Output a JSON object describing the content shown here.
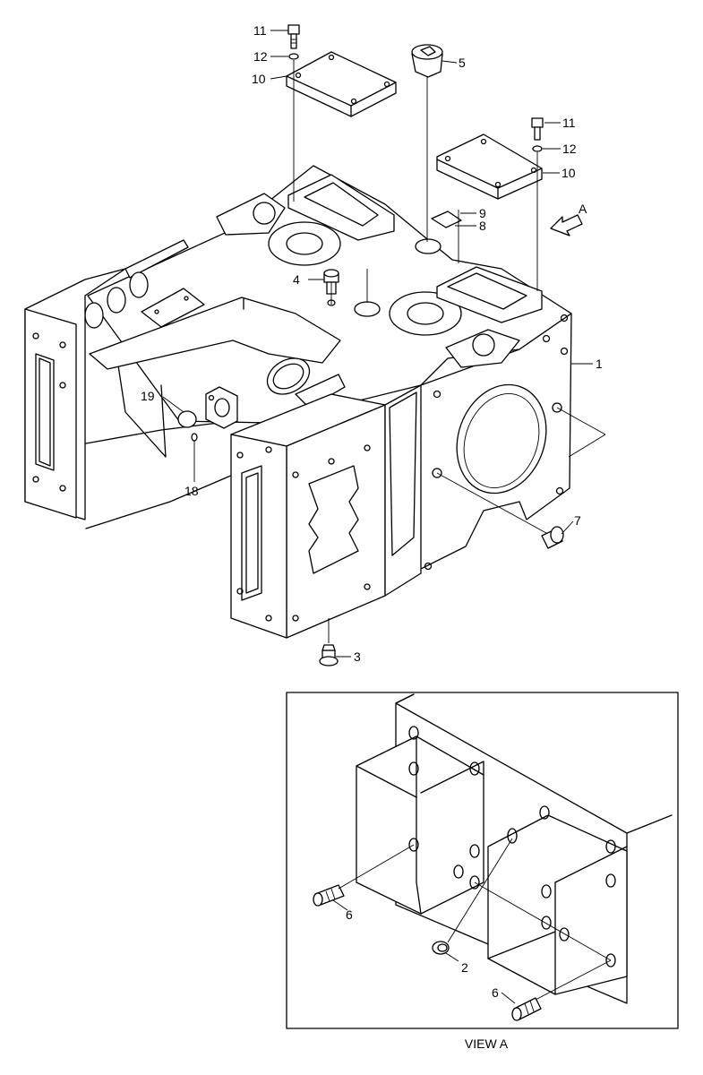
{
  "callouts": [
    {
      "id": "c11a",
      "text": "11"
    },
    {
      "id": "c12a",
      "text": "12"
    },
    {
      "id": "c10a",
      "text": "10"
    },
    {
      "id": "c5",
      "text": "5"
    },
    {
      "id": "c11b",
      "text": "11"
    },
    {
      "id": "c12b",
      "text": "12"
    },
    {
      "id": "c10b",
      "text": "10"
    },
    {
      "id": "c9",
      "text": "9"
    },
    {
      "id": "c8",
      "text": "8"
    },
    {
      "id": "cA",
      "text": "A"
    },
    {
      "id": "c4",
      "text": "4"
    },
    {
      "id": "c1",
      "text": "1"
    },
    {
      "id": "c19",
      "text": "19"
    },
    {
      "id": "c18",
      "text": "18"
    },
    {
      "id": "c7",
      "text": "7"
    },
    {
      "id": "c3",
      "text": "3"
    },
    {
      "id": "c6a",
      "text": "6"
    },
    {
      "id": "c2",
      "text": "2"
    },
    {
      "id": "c6b",
      "text": "6"
    }
  ],
  "view_caption": "VIEW A"
}
